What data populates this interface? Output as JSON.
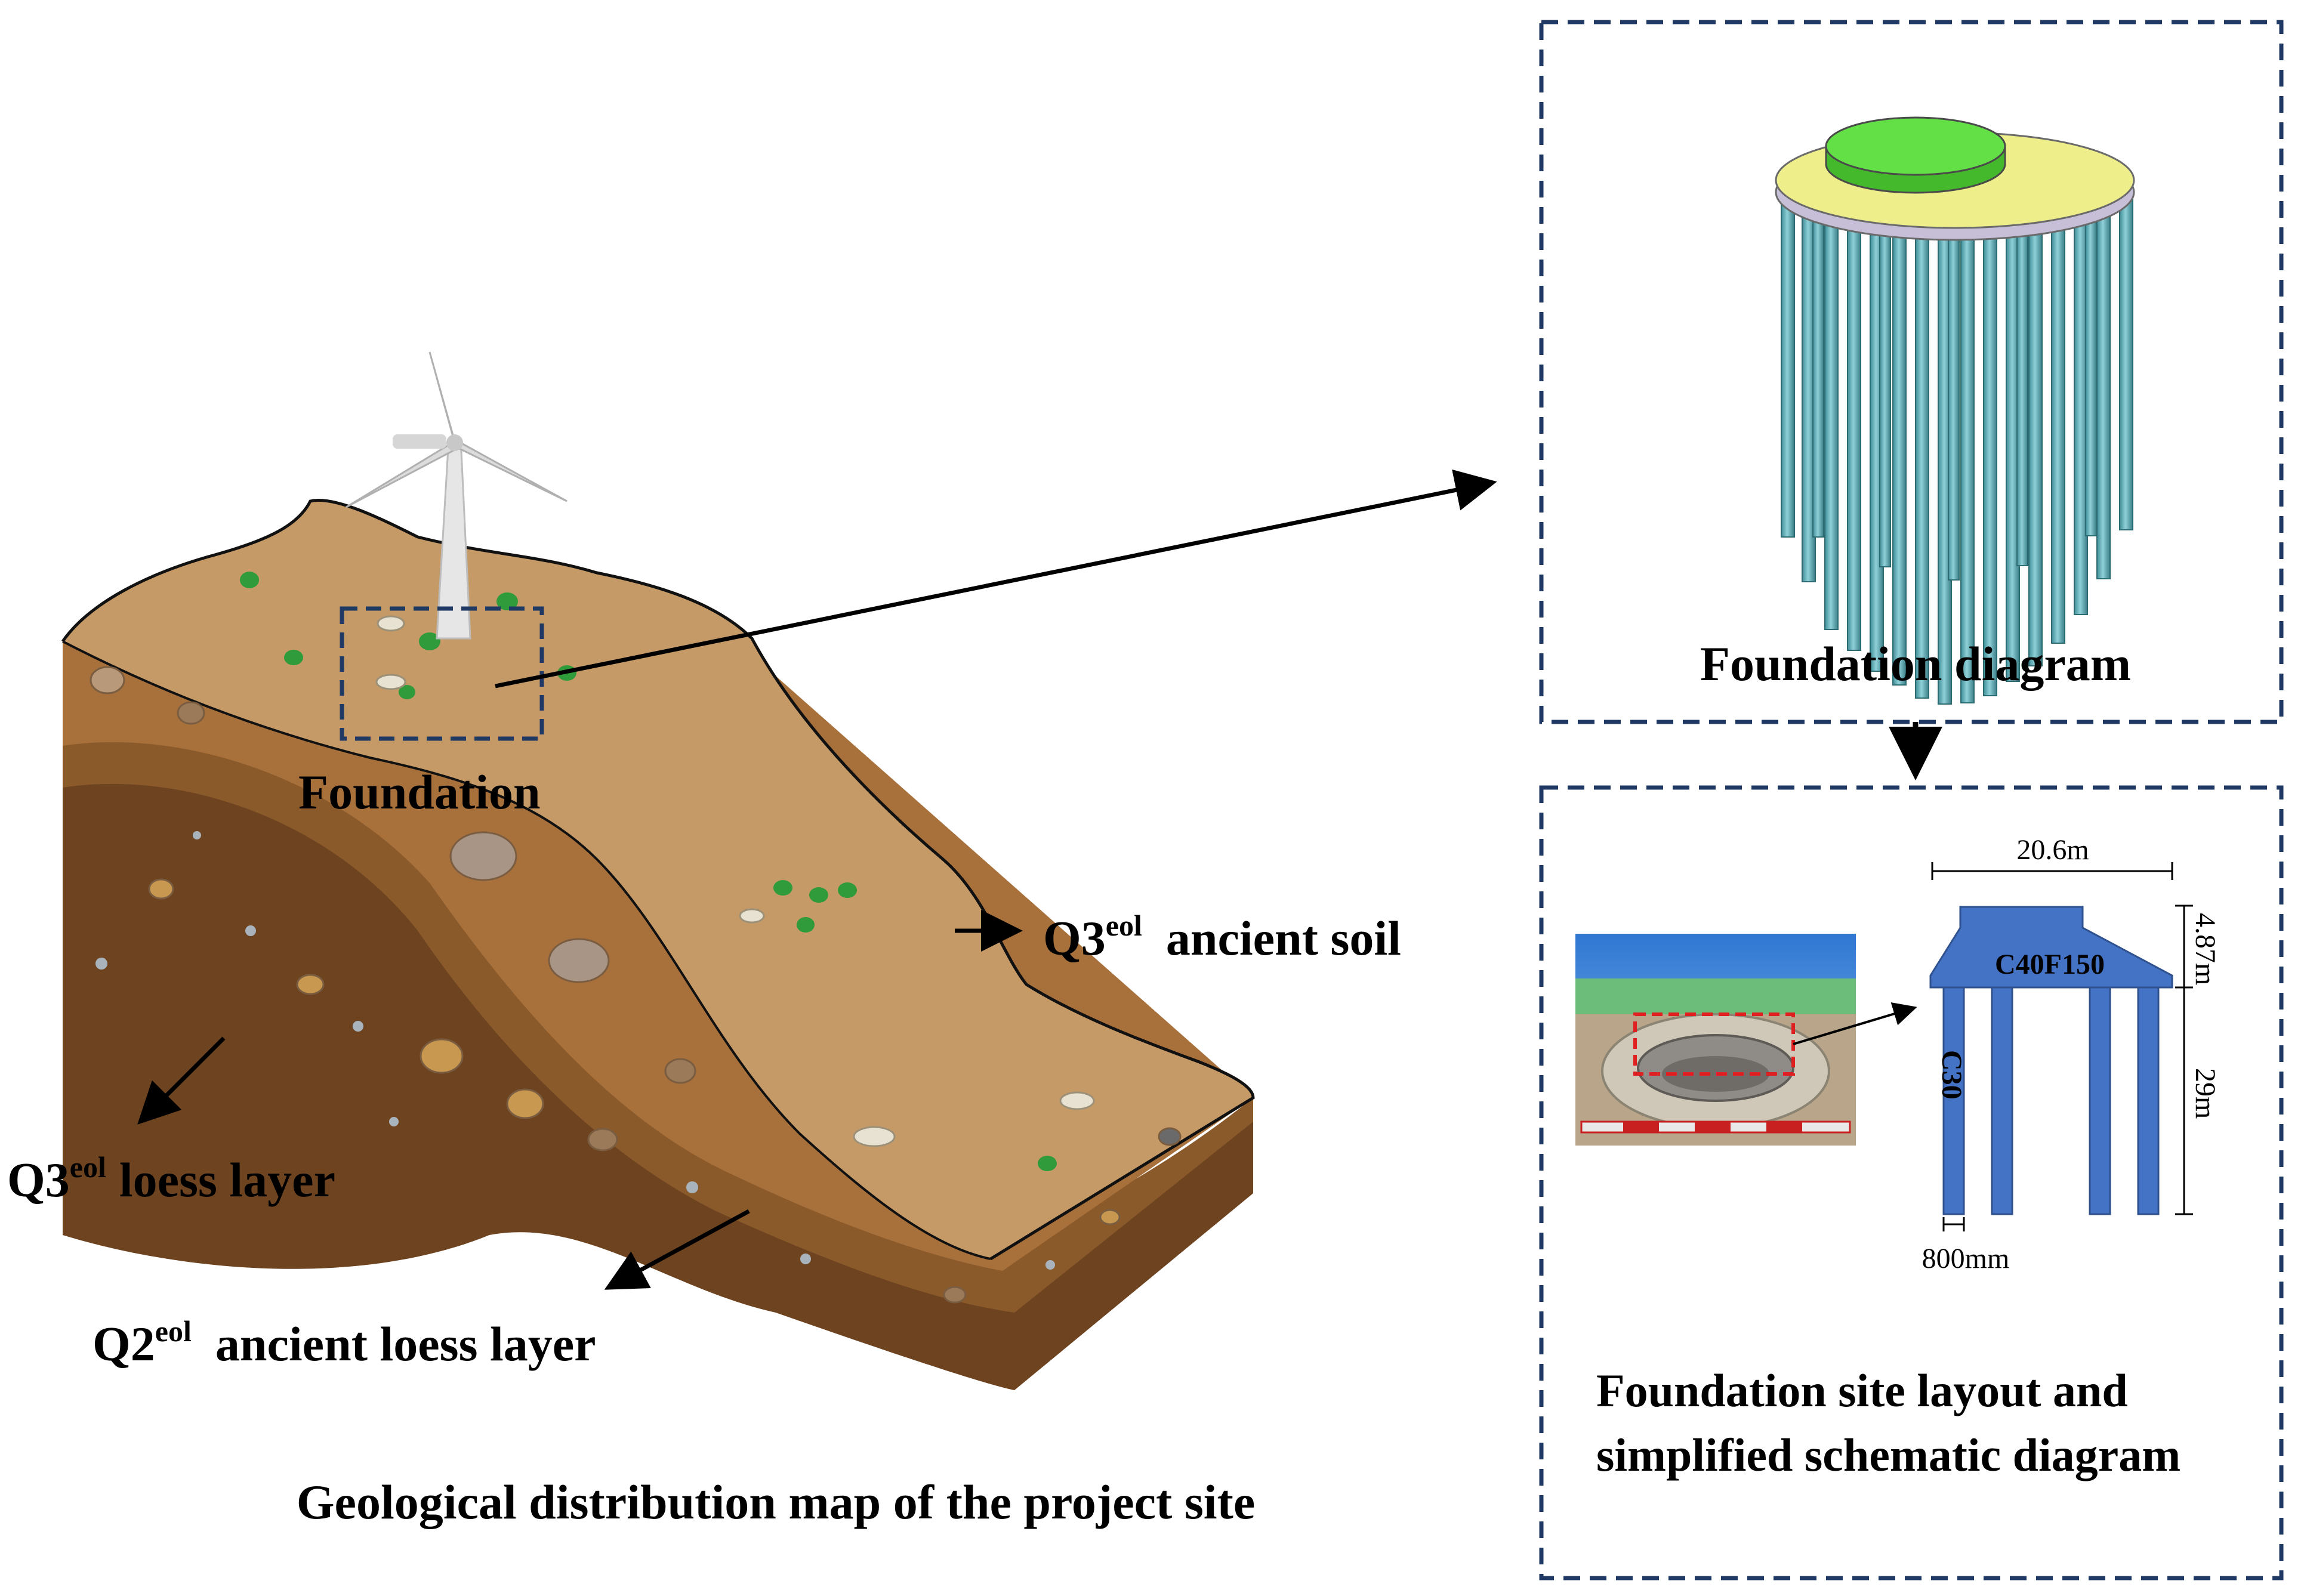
{
  "site": {
    "foundation_label": "Foundation",
    "ancient_soil": {
      "main": "Q3",
      "sup": "eol",
      "rest": "ancient soil"
    },
    "loess_layer": {
      "main": "Q3",
      "sup": "eol",
      "rest": "loess layer"
    },
    "ancient_loess_layer": {
      "main": "Q2",
      "sup": "eol",
      "rest": "ancient loess layer"
    },
    "caption": "Geological distribution map of the project site"
  },
  "foundation_diagram": {
    "caption": "Foundation diagram"
  },
  "layout_panel": {
    "caption_line1": "Foundation site layout and",
    "caption_line2": "simplified schematic diagram",
    "width_dim": "20.6m",
    "cap_height_dim": "4.87m",
    "pile_length_dim": "29m",
    "pile_diameter_dim": "800mm",
    "cap_concrete": "C40F150",
    "pile_concrete": "C30"
  },
  "colors": {
    "surface": "#c59a67",
    "ancient_soil_layer": "#a8703b",
    "loess_layer": "#8a5a2b",
    "ancient_loess_layer": "#6e4320",
    "cap_top": "#62e045",
    "cap_ring": "#eeee8a",
    "pile": "#67b3bd",
    "schematic_blue": "#4472c4",
    "dashed_box": "#1f3864",
    "highlight_red": "#e02020"
  }
}
